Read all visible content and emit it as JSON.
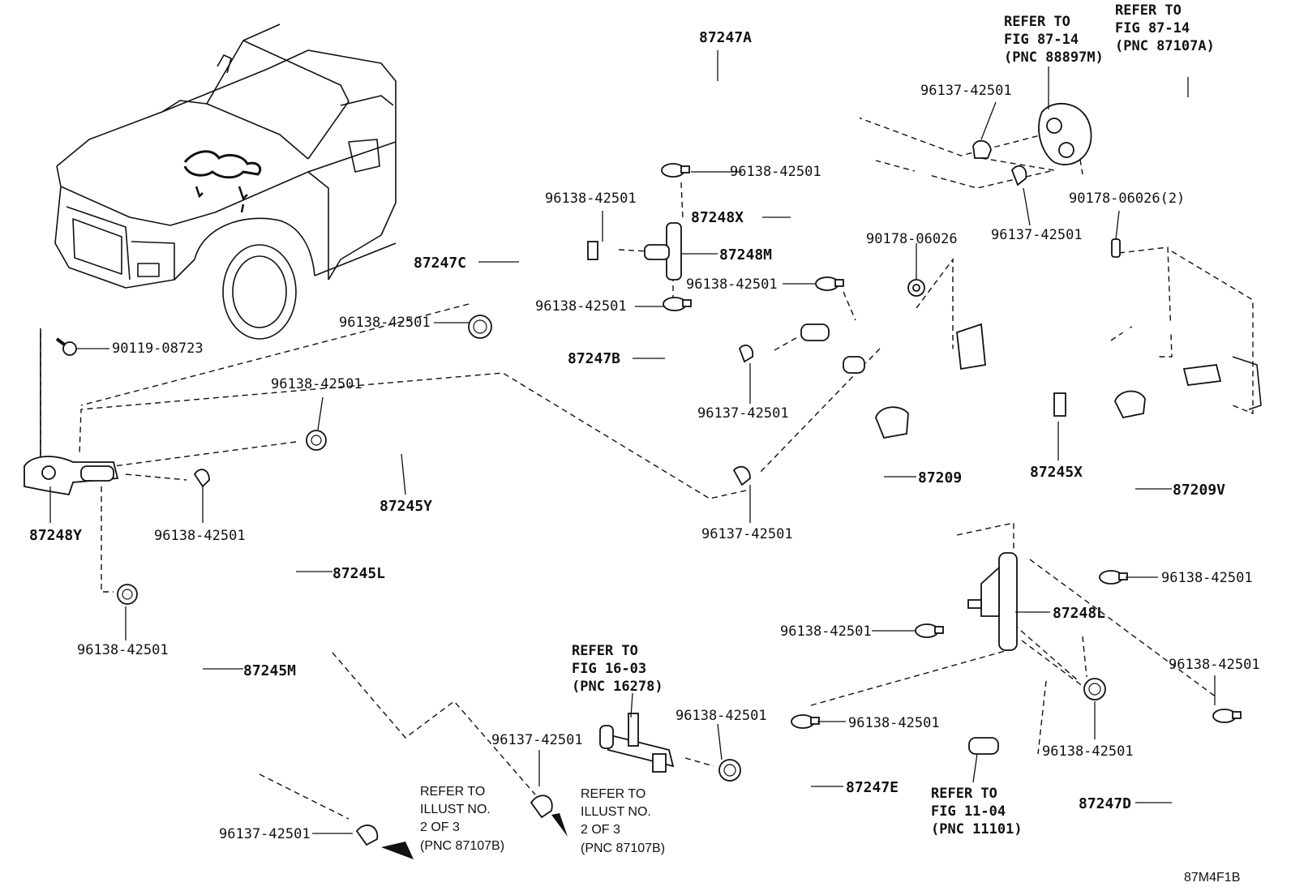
{
  "diagram_code": "87M4F1B",
  "labels": {
    "l87247A": "87247A",
    "l87247C": "87247C",
    "l87247B": "87247B",
    "l87248X": "87248X",
    "l87248M": "87248M",
    "l87245Y": "87245Y",
    "l87245L": "87245L",
    "l87245M": "87245M",
    "l87245X": "87245X",
    "l87248Y": "87248Y",
    "l87209": "87209",
    "l87209V": "87209V",
    "l87248L": "87248L",
    "l87247E": "87247E",
    "l87247D": "87247D",
    "c96138": "96138-42501",
    "c96137": "96137-42501",
    "b90119": "90119-08723",
    "b90178": "90178-06026",
    "b90178x2": "90178-06026(2)"
  },
  "refs": {
    "fig8714a": [
      "REFER TO",
      "FIG 87-14",
      "(PNC 88897M)"
    ],
    "fig8714b": [
      "REFER TO",
      "FIG 87-14",
      "(PNC 87107A)"
    ],
    "fig1603": [
      "REFER TO",
      "FIG 16-03",
      "(PNC 16278)"
    ],
    "fig1104": [
      "REFER TO",
      "FIG 11-04",
      "(PNC 11101)"
    ],
    "illust1": [
      "REFER TO",
      "ILLUST NO.",
      "2 OF 3",
      "(PNC 87107B)"
    ],
    "illust2": [
      "REFER TO",
      "ILLUST NO.",
      "2 OF 3",
      "(PNC 87107B)"
    ]
  }
}
